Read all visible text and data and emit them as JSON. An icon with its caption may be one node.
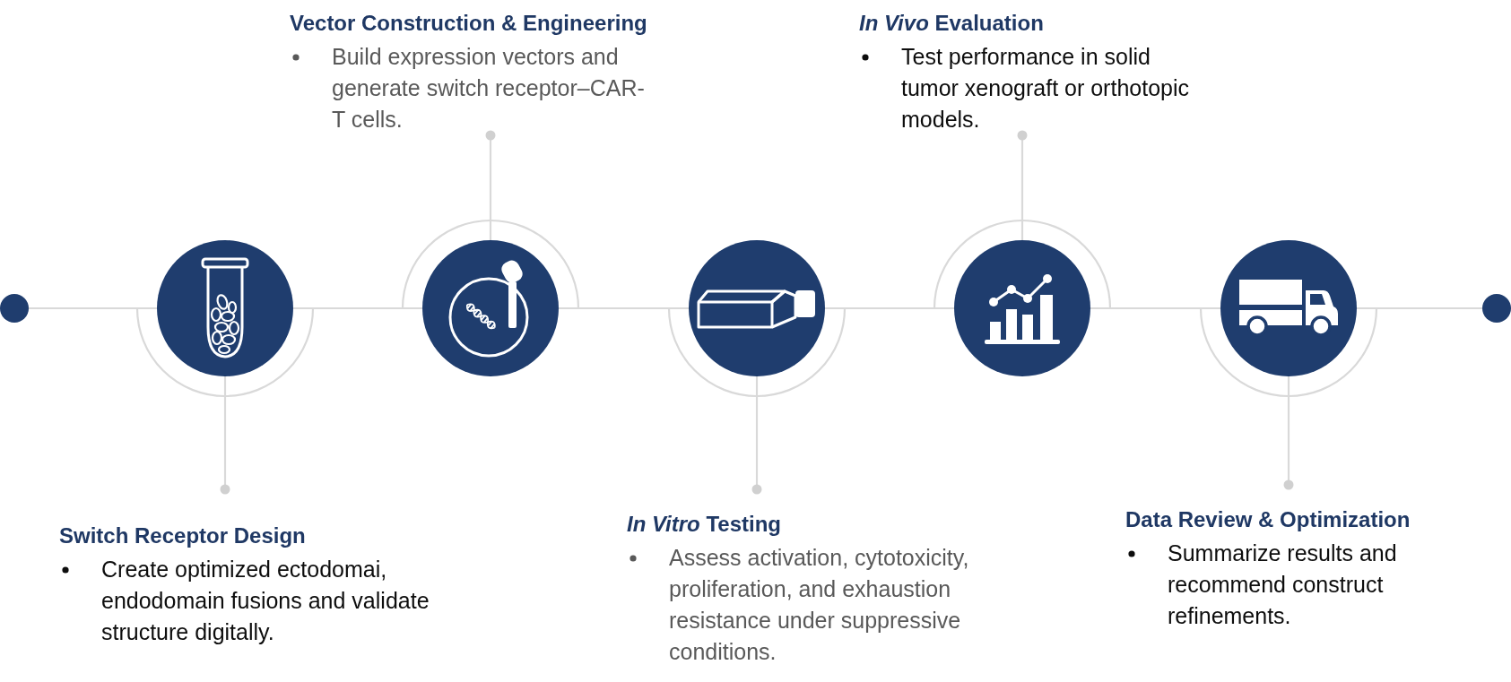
{
  "diagram": {
    "nodes": [
      {
        "text": [],
        "shape": "circle"
      },
      {
        "text": [],
        "shape": "circle"
      },
      {
        "text": [
          "Switch Receptor Design",
          "Create optimized ectodomai, endodomain fusions and validate structure digitally."
        ]
      },
      {
        "text": [],
        "shape": "circle"
      },
      {
        "text": [
          "Vector Construction & Engineering",
          "Build expression vectors and generate switch receptor–CAR-T cells."
        ]
      },
      {
        "text": [],
        "shape": "circle"
      },
      {
        "text": [
          "*In Vitro* Testing",
          "Assess activation, cytotoxicity, proliferation, and exhaustion resistance under suppressive conditions."
        ]
      },
      {
        "text": [],
        "shape": "circle"
      },
      {
        "text": [
          "*In Vivo* Evaluation",
          "Test performance in solid tumor xenograft or orthotopic models."
        ]
      },
      {
        "text": [],
        "shape": "circle"
      },
      {
        "text": [
          "Data Review & Optimization",
          "Summarize results and recommend construct refinements."
        ]
      },
      {
        "text": [],
        "shape": "circle"
      }
    ],
    "edges": [
      {
        "from": 0,
        "to": 1,
        "arrow": "none"
      },
      {
        "from": 1,
        "to": 3,
        "arrow": "none"
      },
      {
        "from": 3,
        "to": 5,
        "arrow": "none"
      },
      {
        "from": 5,
        "to": 7,
        "arrow": "none"
      },
      {
        "from": 7,
        "to": 9,
        "arrow": "none"
      },
      {
        "from": 9,
        "to": 11,
        "arrow": "none"
      },
      {
        "from": 2,
        "to": 1,
        "arrow": "other"
      },
      {
        "from": 4,
        "to": 3,
        "arrow": "other"
      },
      {
        "from": 6,
        "to": 5,
        "arrow": "other"
      },
      {
        "from": 8,
        "to": 7,
        "arrow": "other"
      },
      {
        "from": 10,
        "to": 9,
        "arrow": "other"
      }
    ]
  }
}
